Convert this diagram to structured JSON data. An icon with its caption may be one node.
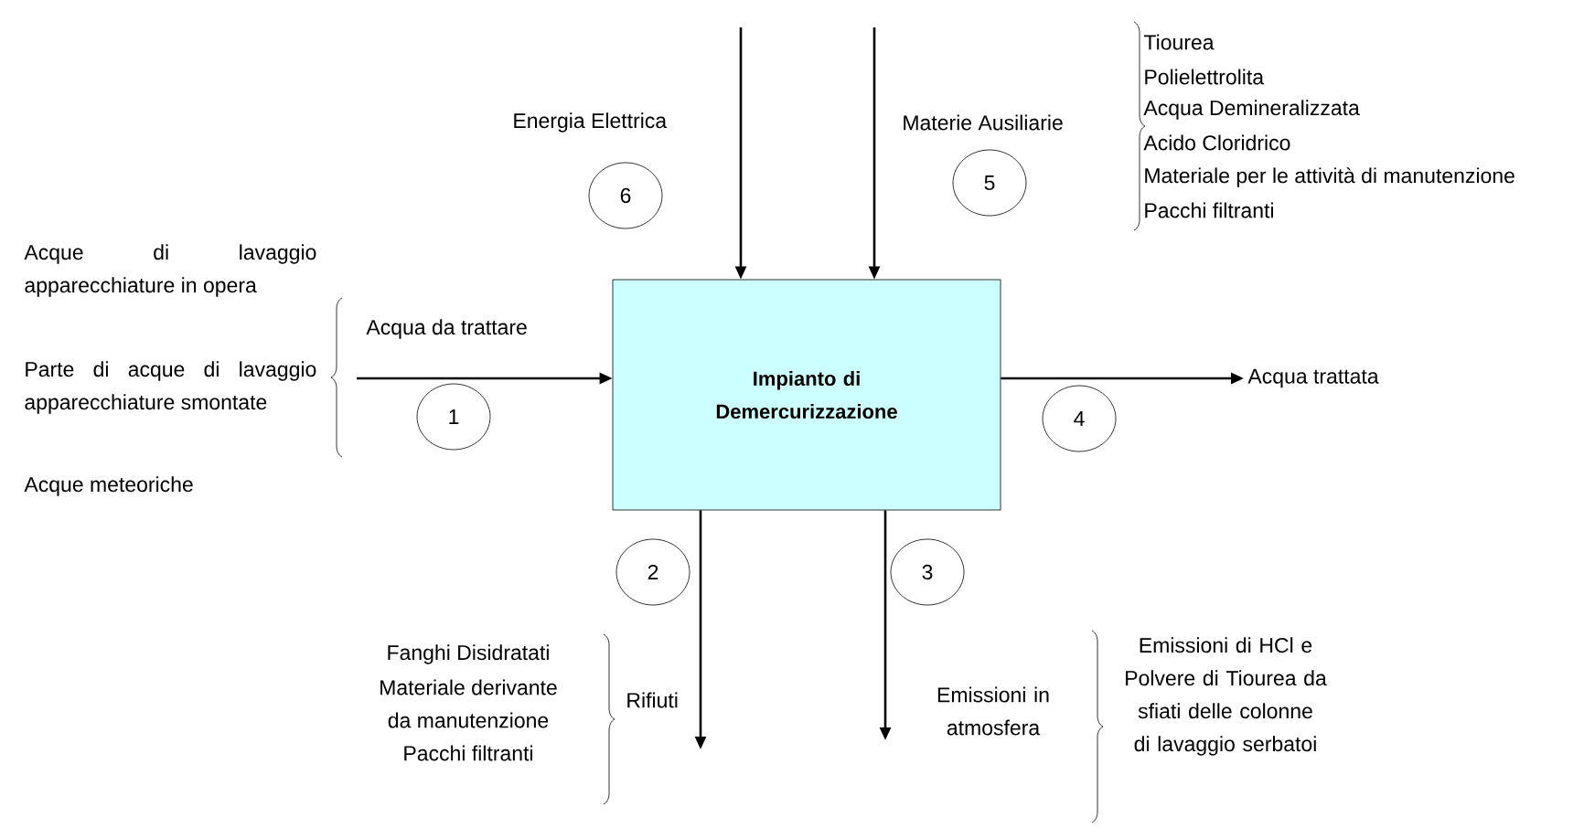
{
  "diagram": {
    "nodes": [
      {
        "text": [
          "Impianto di Demercurizzazione"
        ]
      },
      {
        "text": [
          "6"
        ],
        "beside": [
          "Energia Elettrica"
        ]
      },
      {
        "text": [
          "5"
        ],
        "beside": [
          "Materie Ausiliarie"
        ]
      },
      {
        "text": [
          "1"
        ],
        "beside": [
          "Acqua da trattare"
        ]
      },
      {
        "text": [
          "4"
        ]
      },
      {
        "text": [
          "2"
        ]
      },
      {
        "text": [
          "3"
        ]
      },
      {
        "text": [
          "Acqua trattata"
        ]
      }
    ],
    "edges": [
      {
        "from": null,
        "to": 0,
        "arrow": "to"
      },
      {
        "from": null,
        "to": 0,
        "arrow": "to"
      },
      {
        "from": null,
        "to": 0,
        "arrow": "to"
      },
      {
        "from": 0,
        "to": 7,
        "arrow": "to"
      },
      {
        "from": 0,
        "to": null,
        "arrow": "to"
      },
      {
        "from": 0,
        "to": null,
        "arrow": "to"
      }
    ],
    "labels": [
      "Tiourea",
      "Polielettrolita",
      "Acqua Demineralizzata",
      "Acido Cloridrico",
      "Materiale per le attività di manutenzione",
      "Pacchi filtranti",
      "Acque di lavaggio apparecchiature in opera",
      "Parte di acque di lavaggio apparecchiature smontate",
      "Acque meteoriche",
      "Fanghi Disidratati",
      "Materiale derivante",
      "da manutenzione",
      "Pacchi filtranti",
      "Rifiuti",
      "Emissioni in atmosfera",
      "Emissioni di HCl e Polvere di Tiourea da sfiati delle colonne di lavaggio serbatoi"
    ]
  }
}
